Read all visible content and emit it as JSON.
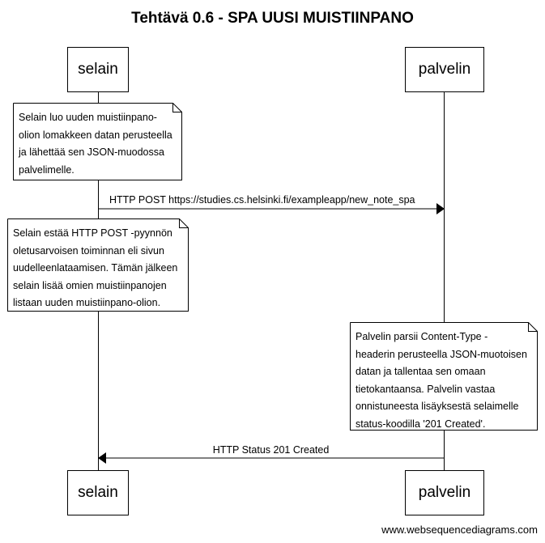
{
  "title": "Tehtävä 0.6 - SPA UUSI MUISTIINPANO",
  "participants": {
    "browser": "selain",
    "server": "palvelin"
  },
  "notes": {
    "create_note": [
      "Selain luo uuden muistiinpano-",
      "olion lomakkeen datan perusteella",
      "ja lähettää sen JSON-muodossa",
      "palvelimelle."
    ],
    "prevent_default": [
      "Selain estää HTTP POST -pyynnön",
      "oletusarvoisen toiminnan eli sivun",
      "uudelleenlataamisen. Tämän jälkeen",
      "selain lisää omien muistiinpanojen",
      "listaan uuden muistiinpano-olion."
    ],
    "server_parse": [
      "Palvelin parsii Content-Type -",
      "headerin perusteella JSON-muotoisen",
      "datan ja tallentaa sen omaan",
      "tietokantaansa. Palvelin vastaa",
      "onnistuneesta lisäyksestä selaimelle",
      "status-koodilla '201 Created'."
    ]
  },
  "messages": {
    "post": "HTTP POST https://studies.cs.helsinki.fi/exampleapp/new_note_spa",
    "response": "HTTP Status 201 Created"
  },
  "footer": "www.websequencediagrams.com"
}
